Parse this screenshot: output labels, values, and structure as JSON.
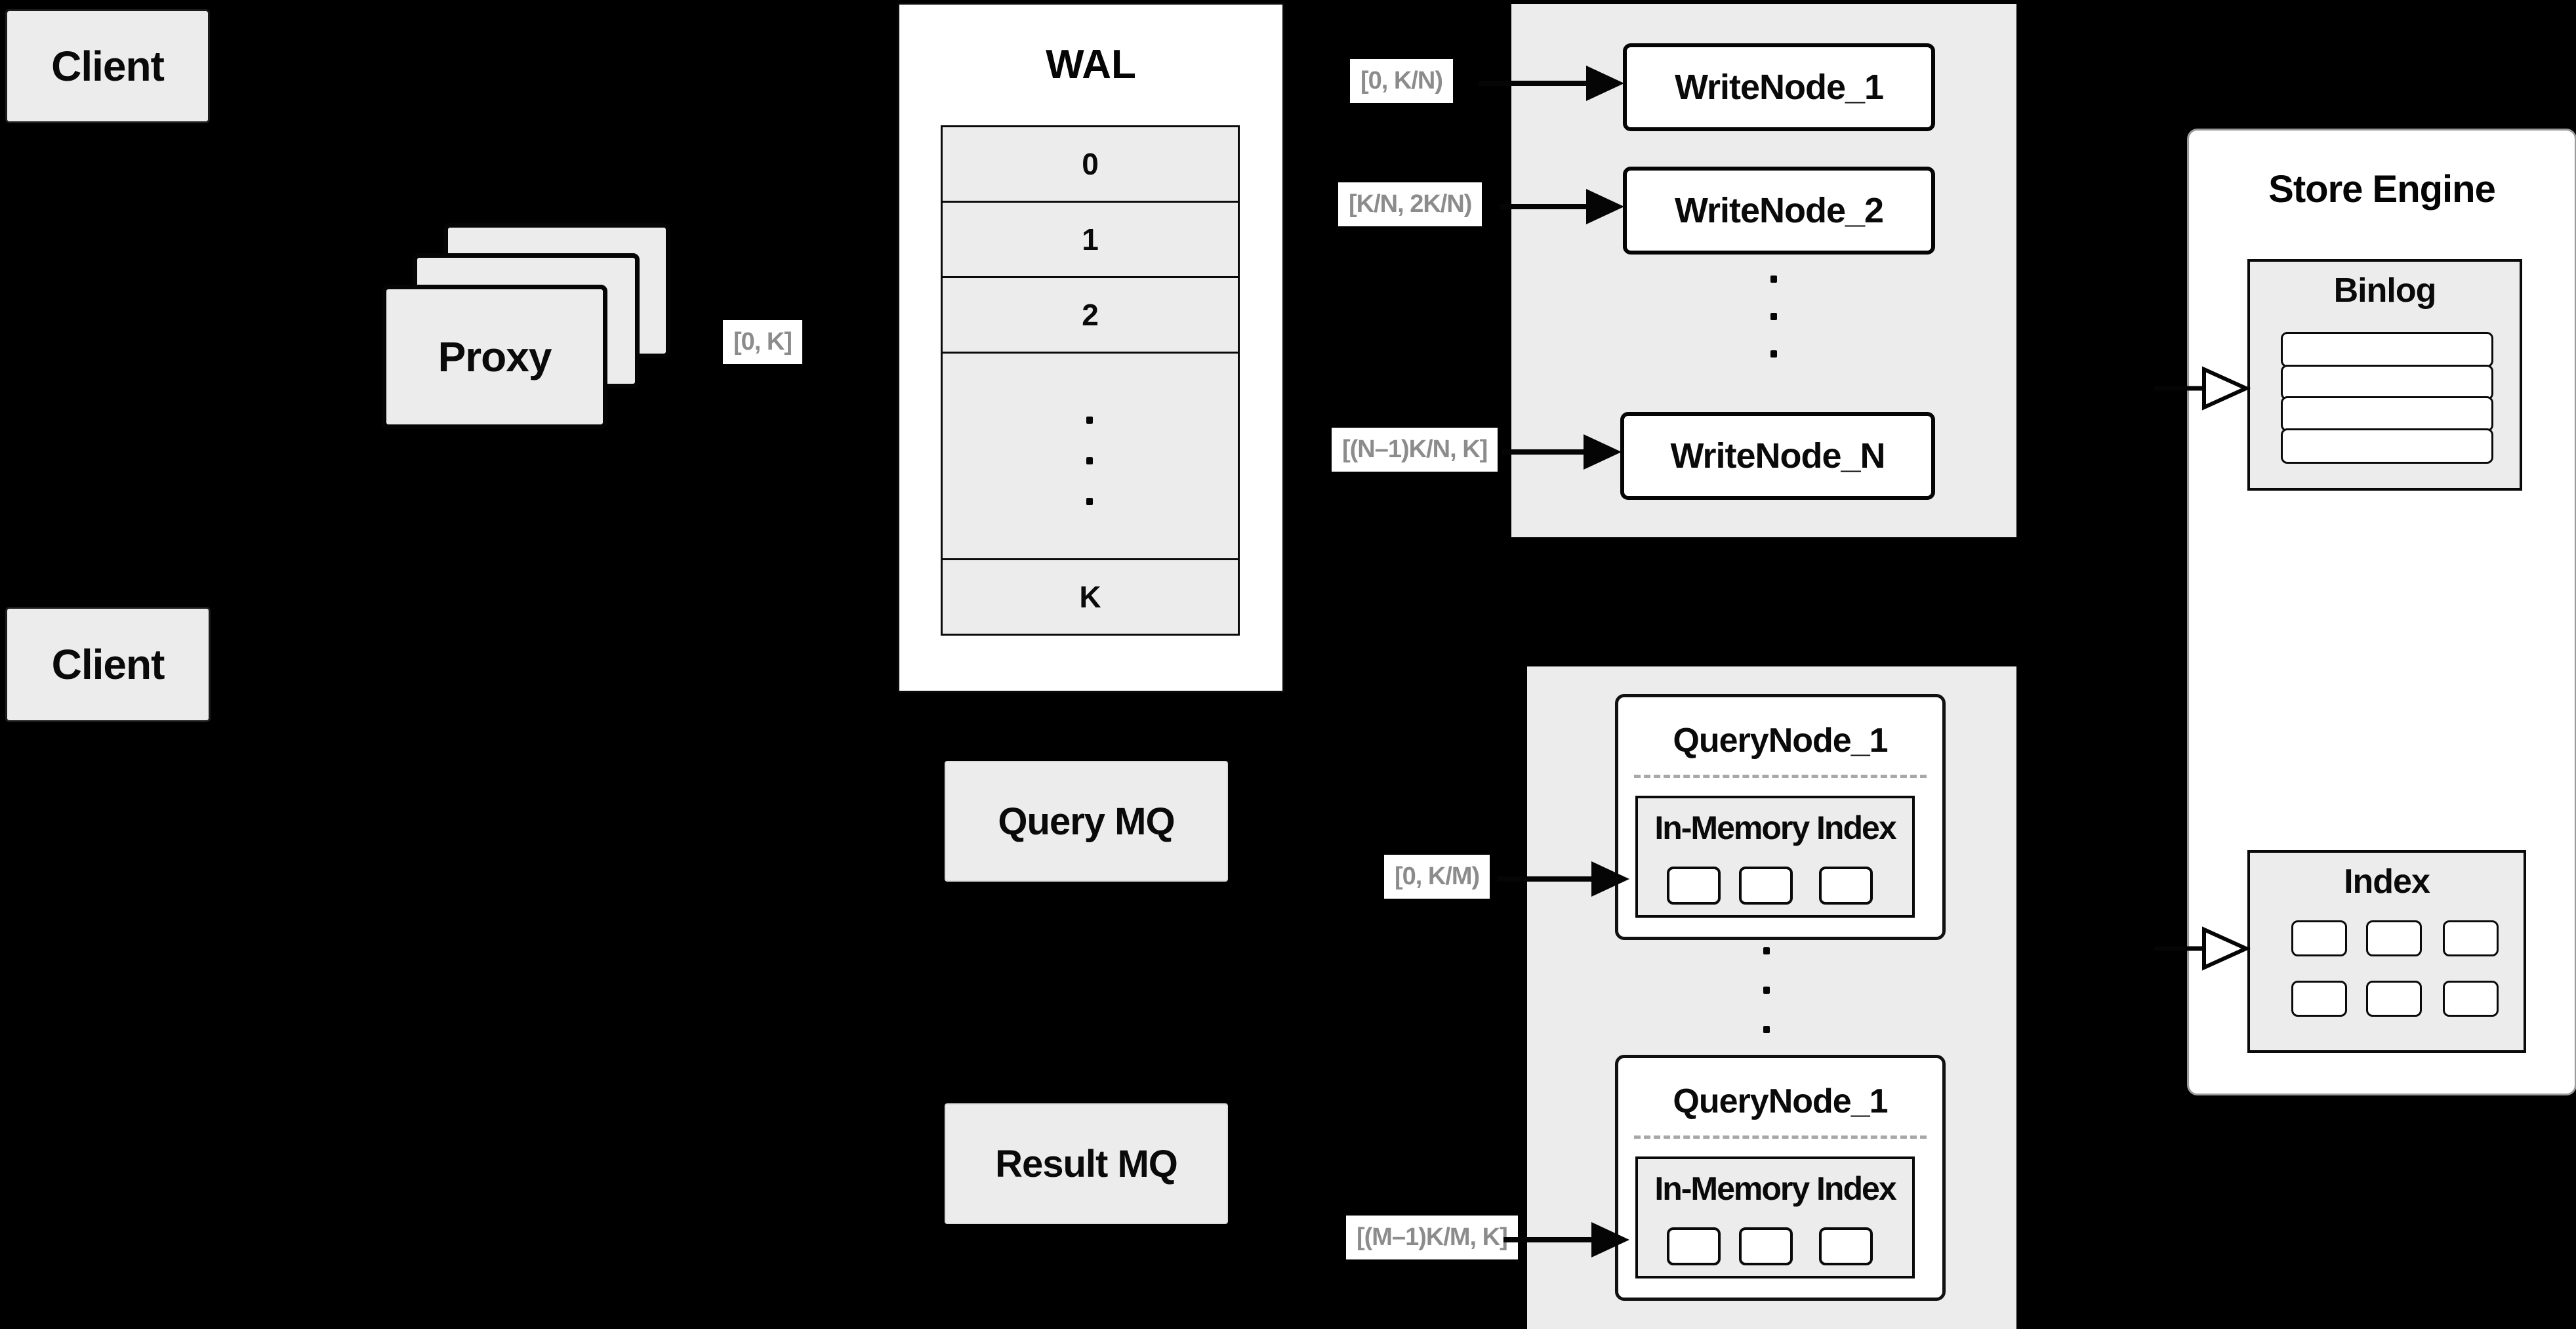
{
  "colors": {
    "background": "#000000",
    "panel_gray": "#ececec",
    "node_white": "#ffffff",
    "border_black": "#0a0a0a",
    "range_label_text": "#8c8c8c"
  },
  "clients": {
    "top_label": "Client",
    "bottom_label": "Client"
  },
  "proxy": {
    "label": "Proxy"
  },
  "edge_labels": {
    "proxy_wal": "[0, K]",
    "write": [
      "[0,  K/N)",
      "[K/N, 2K/N)",
      "[(N–1)K/N,  K]"
    ],
    "query": [
      "[0, K/M)",
      "[(M–1)K/M, K]"
    ]
  },
  "wal": {
    "title": "WAL",
    "cells": [
      "0",
      "1",
      "2",
      "K"
    ]
  },
  "write_node_group": {
    "nodes": [
      "WriteNode_1",
      "WriteNode_2",
      "WriteNode_N"
    ]
  },
  "query_node_group": {
    "nodes": [
      {
        "title": "QueryNode_1",
        "index_title": "In-Memory Index"
      },
      {
        "title": "QueryNode_1",
        "index_title": "In-Memory Index"
      }
    ]
  },
  "mq": {
    "query": "Query MQ",
    "result": "Result MQ"
  },
  "store_engine": {
    "title": "Store Engine",
    "binlog_title": "Binlog",
    "index_title": "Index"
  }
}
